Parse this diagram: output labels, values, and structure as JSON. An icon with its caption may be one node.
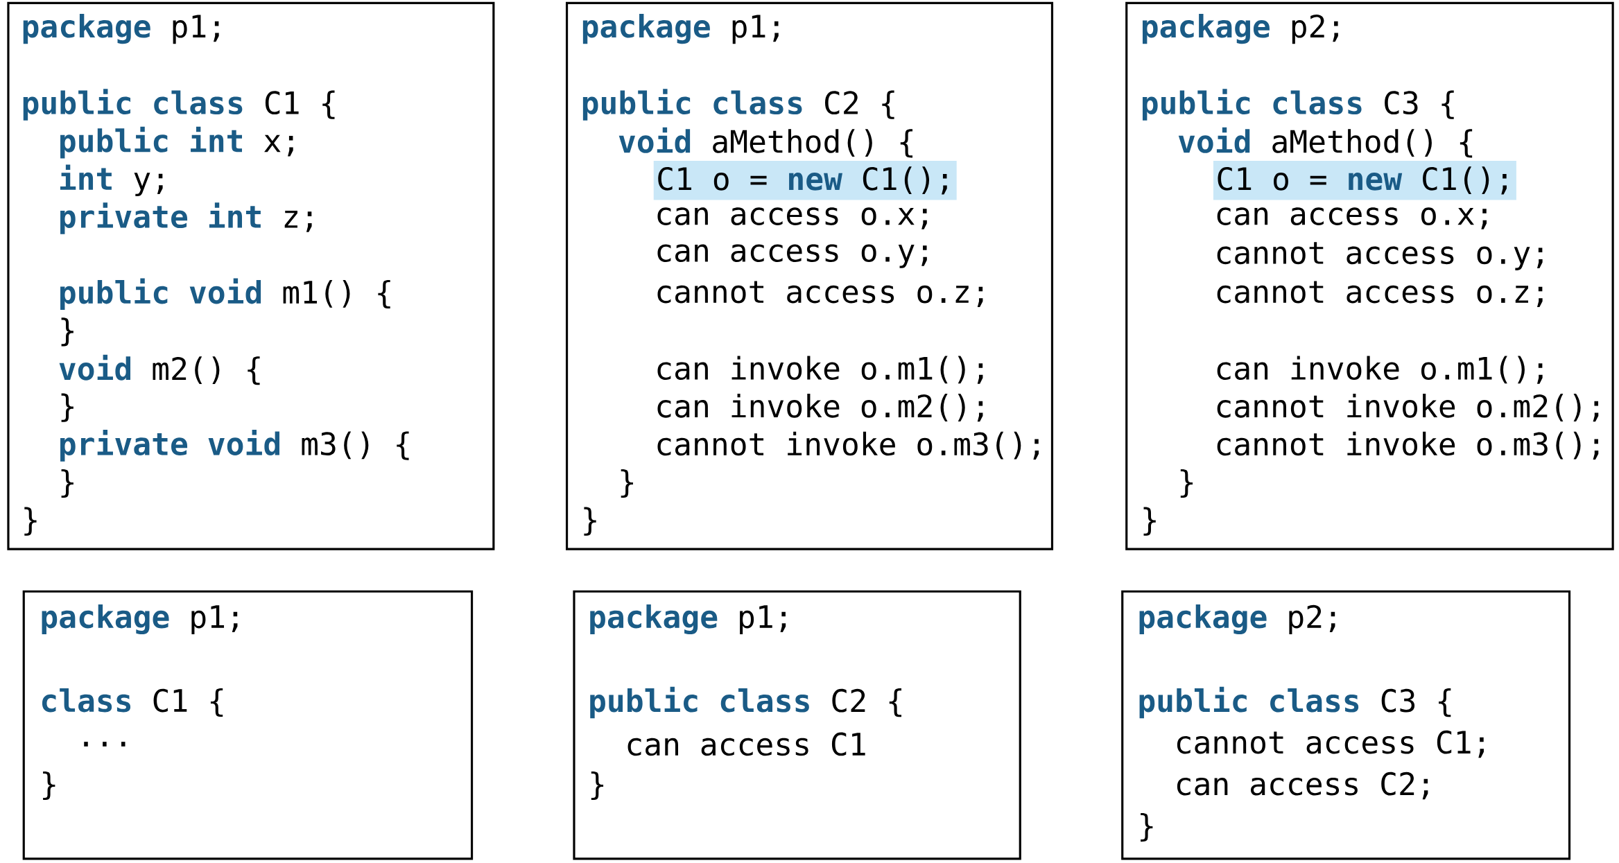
{
  "diagram": {
    "nodes": [
      {
        "text": [
          "**package** p1;",
          "**public class** C1 {",
          "**public int** x;",
          "**int** y;",
          "**private int** z;",
          "**public void** m1() {",
          "}",
          "**void** m2() {",
          "}",
          "**private void** m3() {",
          "}",
          "}"
        ]
      },
      {
        "text": [
          "**package** p1;",
          "**public class** C2 {",
          "**void** aMethod() {",
          "C1 o = **new** C1();",
          "can access o.x;",
          "can access o.y;",
          "cannot access o.z;",
          "can invoke o.m1();",
          "can invoke o.m2();",
          "cannot invoke o.m3();",
          "}",
          "}"
        ]
      },
      {
        "text": [
          "**package** p2;",
          "**public class** C3 {",
          "**void** aMethod() {",
          "C1 o = **new** C1();",
          "can access o.x;",
          "cannot access o.y;",
          "cannot access o.z;",
          "can invoke o.m1();",
          "cannot invoke o.m2();",
          "cannot invoke o.m3();",
          "}",
          "}"
        ]
      },
      {
        "text": [
          "**package** p1;",
          "**class** C1 {",
          "...",
          "}"
        ]
      },
      {
        "text": [
          "**package** p1;",
          "**public class** C2 {",
          "can access C1",
          "}"
        ]
      },
      {
        "text": [
          "**package** p2;",
          "**public class** C3 {",
          "cannot access C1;",
          "can access C2;",
          "}"
        ]
      }
    ]
  }
}
